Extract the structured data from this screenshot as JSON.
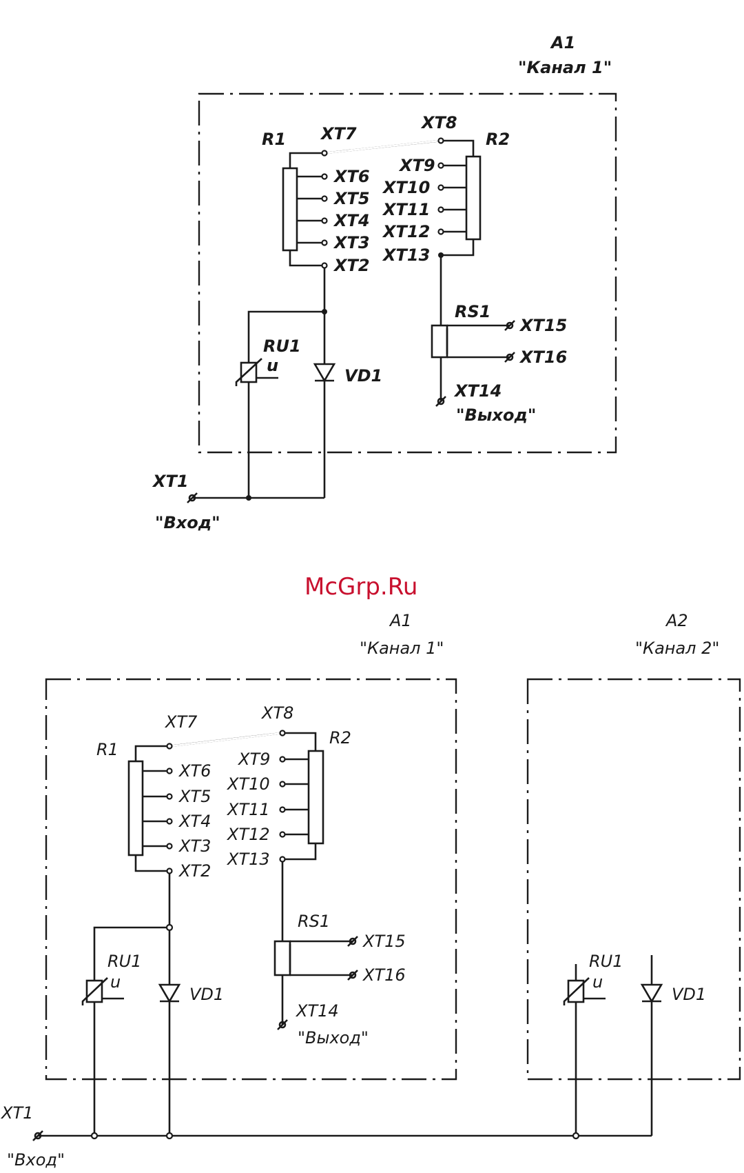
{
  "watermark": "McGrp.Ru",
  "top": {
    "block_id": "A1",
    "block_name": "\"Канал  1\"",
    "r1": "R1",
    "r2": "R2",
    "xt7": "XT7",
    "xt8": "XT8",
    "xt6": "XT6",
    "xt5": "XT5",
    "xt4": "XT4",
    "xt3": "XT3",
    "xt2": "XT2",
    "xt9": "XT9",
    "xt10": "XT10",
    "xt11": "XT11",
    "xt12": "XT12",
    "xt13": "XT13",
    "rs1": "RS1",
    "xt15": "XT15",
    "xt16": "XT16",
    "xt14": "XT14",
    "output": "\"Выход\"",
    "ru1": "RU1",
    "u": "u",
    "vd1": "VD1",
    "xt1": "XT1",
    "input": "\"Вход\""
  },
  "bottom": {
    "block1_id": "A1",
    "block1_name": "\"Канал  1\"",
    "block2_id": "A2",
    "block2_name": "\"Канал  2\"",
    "r1": "R1",
    "r2": "R2",
    "xt7": "XT7",
    "xt8": "XT8",
    "xt6": "XT6",
    "xt5": "XT5",
    "xt4": "XT4",
    "xt3": "XT3",
    "xt2": "XT2",
    "xt9": "XT9",
    "xt10": "XT10",
    "xt11": "XT11",
    "xt12": "XT12",
    "xt13": "XT13",
    "rs1": "RS1",
    "xt15": "XT15",
    "xt16": "XT16",
    "xt14": "XT14",
    "output": "\"Выход\"",
    "ru1": "RU1",
    "u": "u",
    "vd1": "VD1",
    "ru1_b": "RU1",
    "u_b": "u",
    "vd1_b": "VD1",
    "xt1": "XT1",
    "input": "\"Вход\""
  }
}
